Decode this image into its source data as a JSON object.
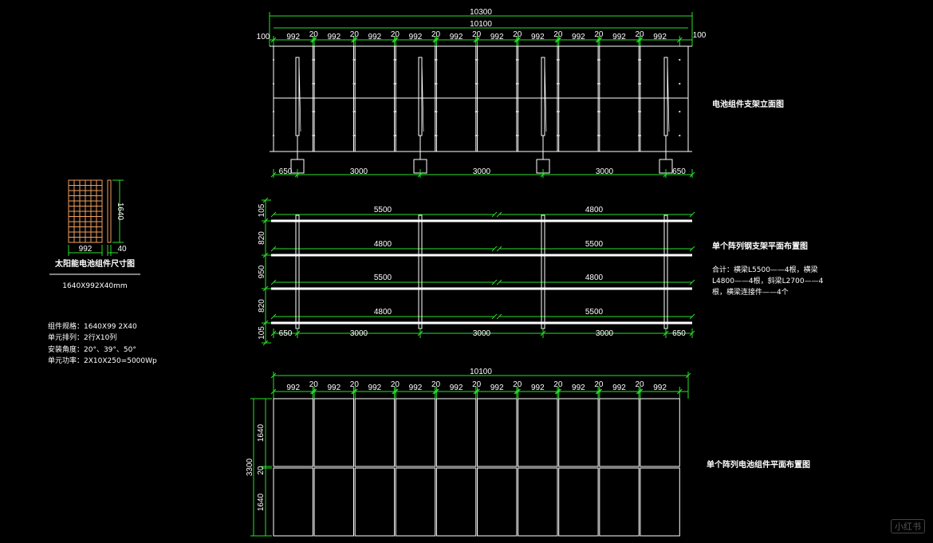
{
  "elevation": {
    "total": "10300",
    "inner": "10100",
    "edge_left": "100",
    "edge_right": "100",
    "module": "992",
    "gap": "20",
    "bottom_dims": [
      "650",
      "3000",
      "3000",
      "3000",
      "650"
    ],
    "title": "电池组件支架立面图"
  },
  "plan": {
    "left_dims": [
      "105",
      "820",
      "950",
      "820",
      "105"
    ],
    "beam_rows": [
      {
        "left": "5500",
        "right": "4800"
      },
      {
        "left": "4800",
        "right": "5500"
      },
      {
        "left": "5500",
        "right": "4800"
      },
      {
        "left": "4800",
        "right": "5500"
      }
    ],
    "bottom_dims": [
      "650",
      "3000",
      "3000",
      "3000",
      "650"
    ],
    "title": "单个阵列钢支架平面布置图",
    "summary_lines": [
      "合计：横梁L5500——4根，横梁",
      "L4800——4根，斜梁L2700——4",
      "根，横梁连接件——4个"
    ]
  },
  "layout": {
    "inner": "10100",
    "module": "992",
    "gap": "20",
    "total_height": "3300",
    "row_height": "1640",
    "row_gap": "20",
    "title": "单个阵列电池组件平面布置图"
  },
  "panel": {
    "height": "1640",
    "width": "992",
    "thickness": "40",
    "title": "太阳能电池组件尺寸图",
    "subtitle": "1640X992X40mm"
  },
  "specs": [
    "组件规格：1640X99 2X40",
    "单元排列：2行X10列",
    "安装角度：20°、39°、50°",
    "单元功率：2X10X250=5000Wp"
  ],
  "colors": {
    "dimension": "#28e028",
    "geometry": "#ffffff",
    "panel_outline": "#f0a060",
    "background": "#000000"
  },
  "watermark": "小红书"
}
